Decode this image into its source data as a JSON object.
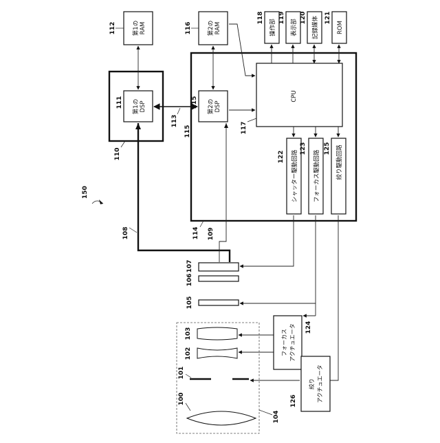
{
  "system_ref": "150",
  "blocks": {
    "ram1": {
      "ref": "112",
      "line1": "第1の",
      "line2": "RAM"
    },
    "dsp1": {
      "ref": "111",
      "line1": "第1の",
      "line2": "DSP"
    },
    "dsp1_board": {
      "ref": "110"
    },
    "ram2": {
      "ref": "116",
      "line1": "第2の",
      "line2": "RAM"
    },
    "dsp2": {
      "ref": "115",
      "line1": "第2の",
      "line2": "DSP"
    },
    "board2": {
      "ref": "114"
    },
    "cpu": {
      "ref": "117",
      "label": "CPU"
    },
    "operation": {
      "ref": "118",
      "label": "操作部"
    },
    "display": {
      "ref": "119",
      "label": "表示部"
    },
    "media": {
      "ref": "120",
      "label": "記録媒体"
    },
    "rom": {
      "ref": "121",
      "label": "ROM"
    },
    "shutter_drive": {
      "ref": "122",
      "label": "シャッター駆動回路"
    },
    "focus_drive": {
      "ref": "123",
      "label": "フォーカス駆動回路"
    },
    "iris_drive": {
      "ref": "125",
      "label": "絞り駆動回路"
    },
    "focus_actuator": {
      "ref": "124",
      "line1": "フォーカス",
      "line2": "アクチュエータ"
    },
    "iris_actuator": {
      "ref": "126",
      "line1": "絞り",
      "line2": "アクチュエータ"
    }
  },
  "connections": {
    "link_113": "113",
    "link_108": "108",
    "link_109": "109"
  },
  "optics": {
    "lens_100": "100",
    "iris_101": "101",
    "lens_102": "102",
    "lens_103": "103",
    "barrel_104": "104",
    "element_105": "105",
    "element_106": "106",
    "element_107": "107"
  }
}
